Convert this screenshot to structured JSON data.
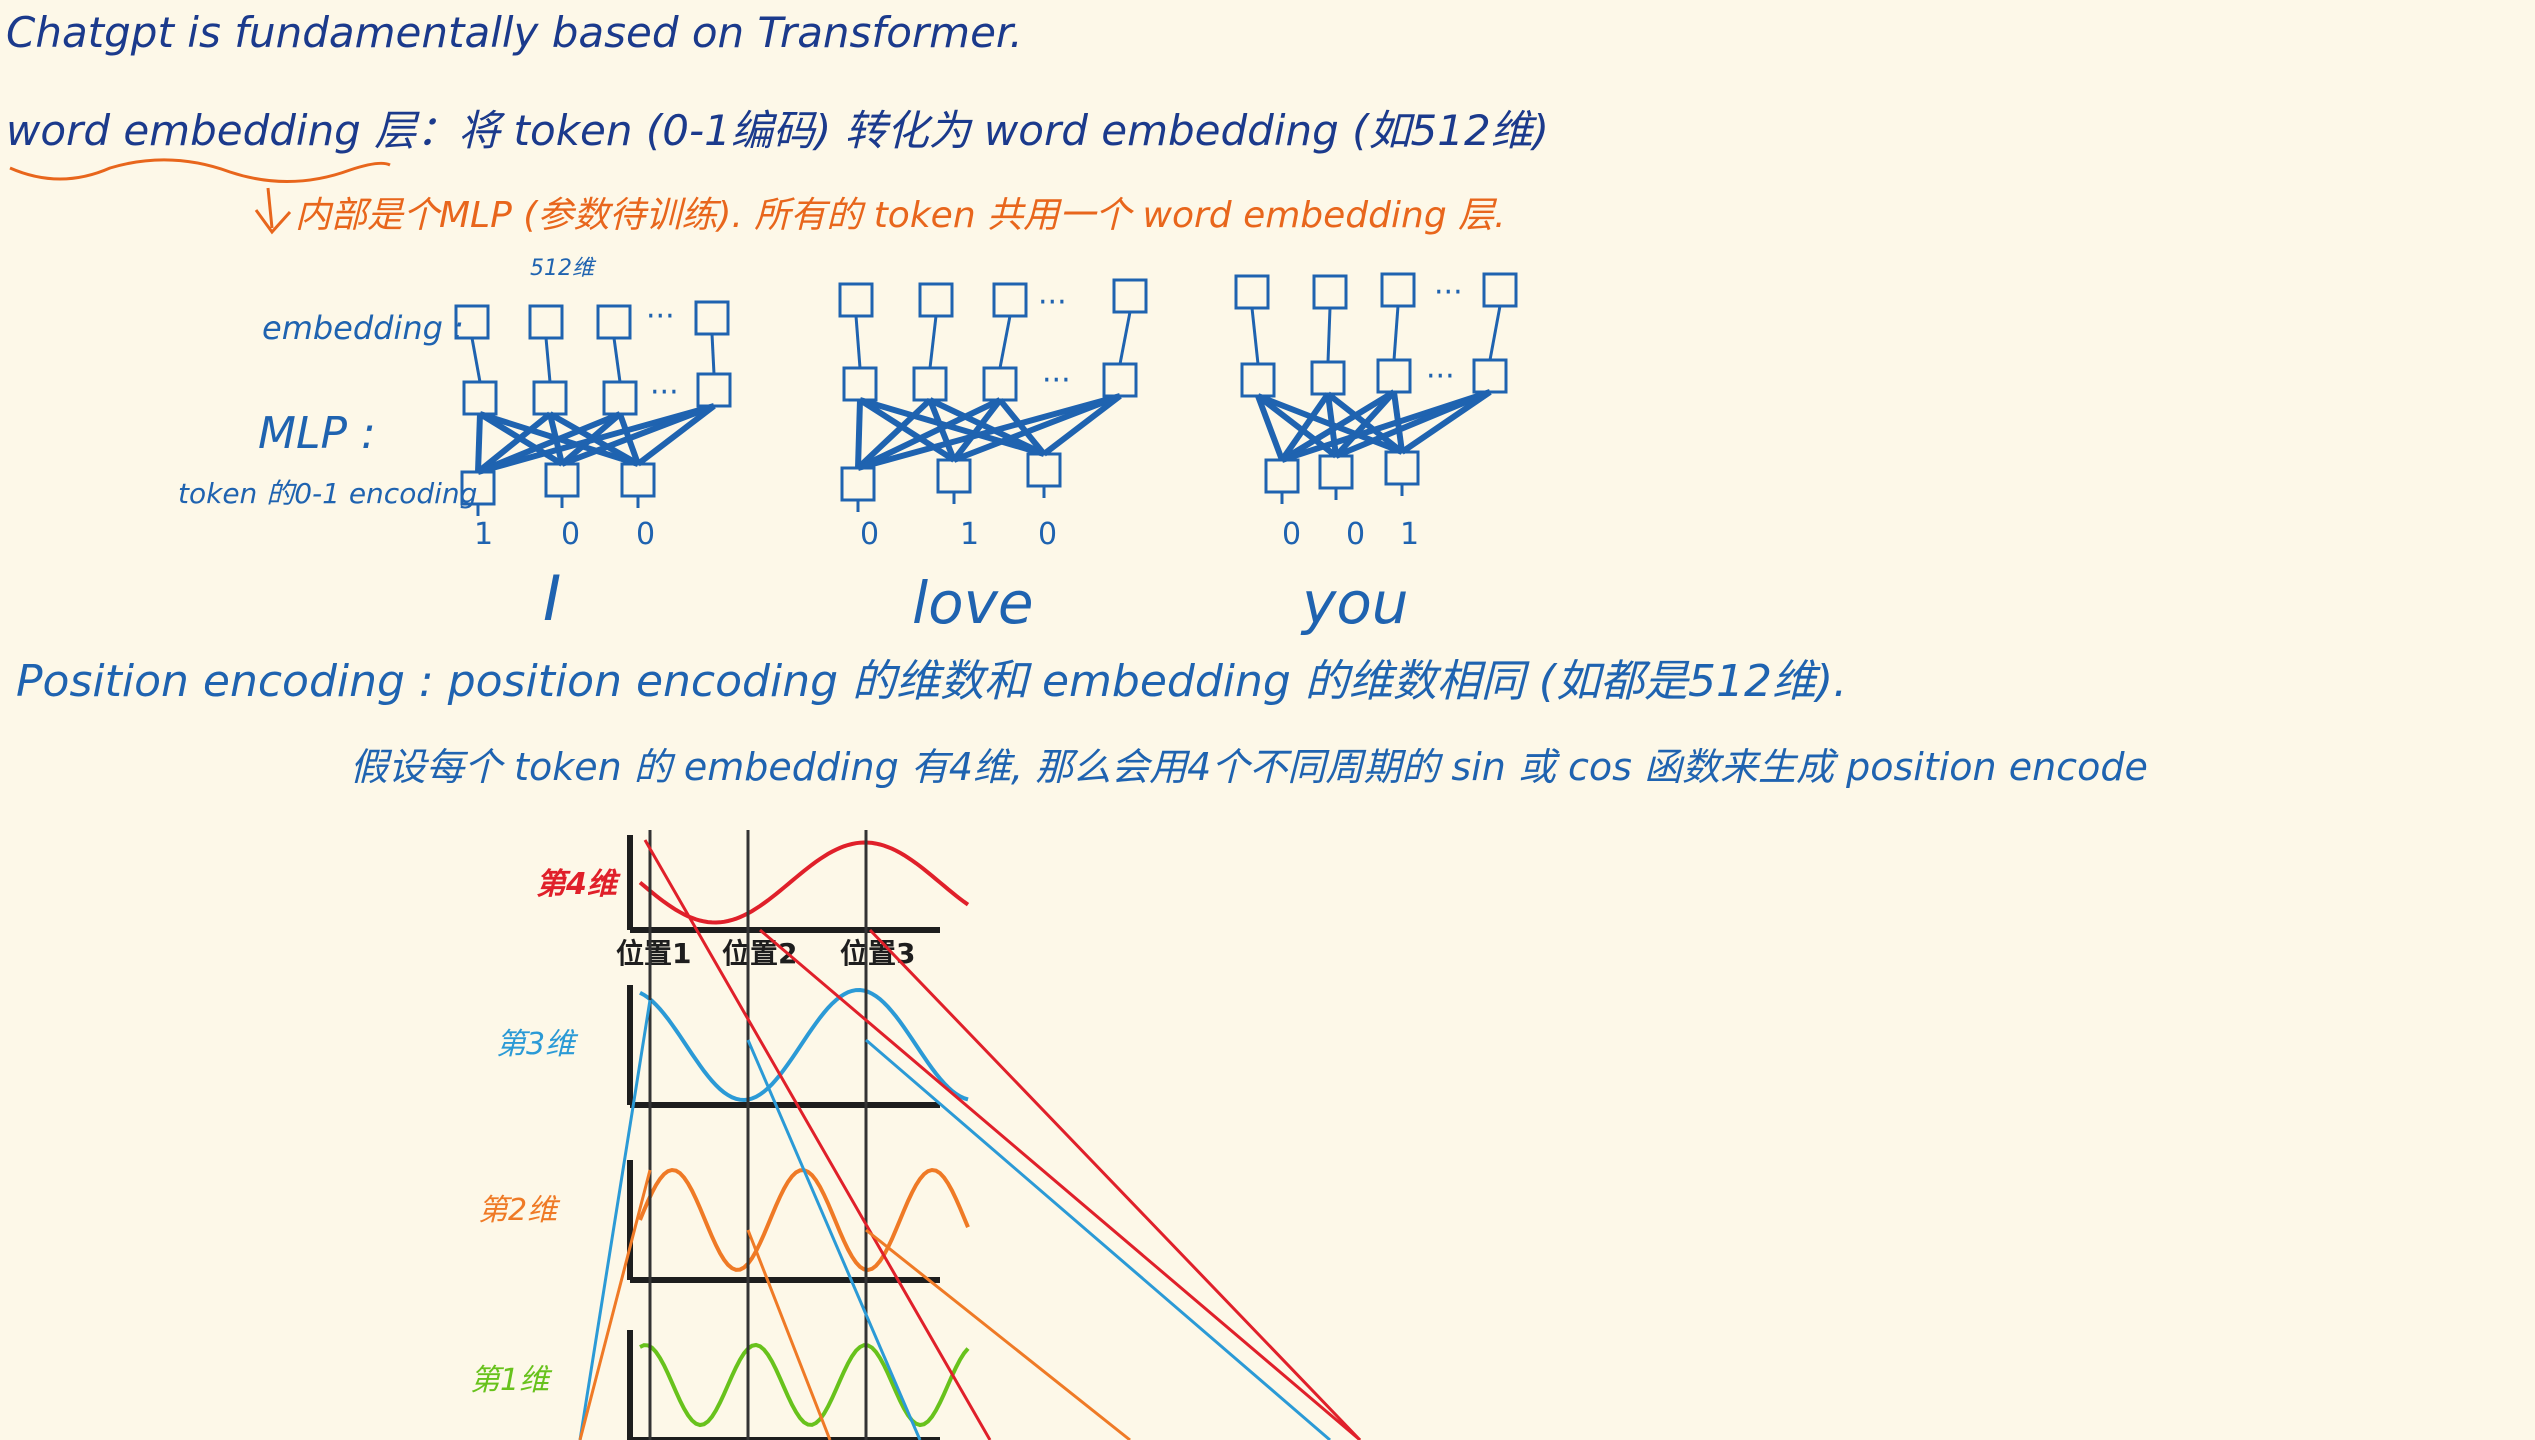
{
  "line1": "Chatgpt is fundamentally based on Transformer.",
  "line2": "word embedding 层：将 token (0-1编码) 转化为 word embedding (如512维)",
  "line3": "内部是个MLP (参数待训练). 所有的 token 共用一个 word embedding 层.",
  "diagram": {
    "dim_note": "512维",
    "label_embedding": "embedding :",
    "label_mlp": "MLP :",
    "label_token": "token 的0-1 encoding",
    "words": [
      "I",
      "love",
      "you"
    ],
    "bits": [
      [
        "1",
        "0",
        "0"
      ],
      [
        "0",
        "1",
        "0"
      ],
      [
        "0",
        "0",
        "1"
      ]
    ],
    "dots": "···"
  },
  "line4": "Position encoding : position encoding 的维数和 embedding 的维数相同 (如都是512维).",
  "line5": "假设每个 token 的 embedding 有4维, 那么会用4个不同周期的 sin 或 cos 函数来生成 position encode",
  "waves": {
    "dim4": "第4维",
    "dim3": "第3维",
    "dim2": "第2维",
    "dim1": "第1维",
    "pos1": "位置1",
    "pos2": "位置2",
    "pos3": "位置3",
    "colors": {
      "dim4": "#e0202a",
      "dim3": "#2b9ad6",
      "dim2": "#ef7a26",
      "dim1": "#68c21c"
    }
  }
}
